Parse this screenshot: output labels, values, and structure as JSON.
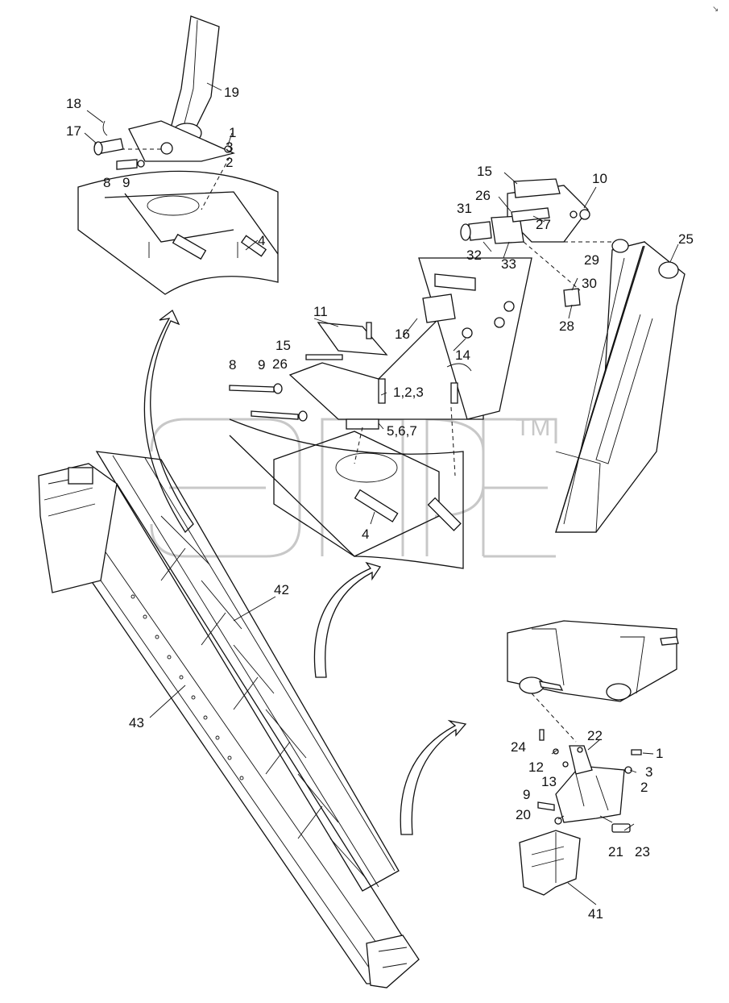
{
  "watermark": {
    "text": "ЭПЕ",
    "tm": "TM"
  },
  "corner_mark": "↘",
  "callouts": [
    {
      "id": "c18",
      "text": "18"
    },
    {
      "id": "c17",
      "text": "17"
    },
    {
      "id": "c19",
      "text": "19"
    },
    {
      "id": "c1a",
      "text": "1"
    },
    {
      "id": "c3a",
      "text": "3"
    },
    {
      "id": "c2a",
      "text": "2"
    },
    {
      "id": "c8a",
      "text": "8"
    },
    {
      "id": "c9a",
      "text": "9"
    },
    {
      "id": "c4a",
      "text": "4"
    },
    {
      "id": "c15a",
      "text": "15"
    },
    {
      "id": "c10",
      "text": "10"
    },
    {
      "id": "c26a",
      "text": "26"
    },
    {
      "id": "c31",
      "text": "31"
    },
    {
      "id": "c27",
      "text": "27"
    },
    {
      "id": "c25",
      "text": "25"
    },
    {
      "id": "c32",
      "text": "32"
    },
    {
      "id": "c33",
      "text": "33"
    },
    {
      "id": "c29",
      "text": "29"
    },
    {
      "id": "c30",
      "text": "30"
    },
    {
      "id": "c28",
      "text": "28"
    },
    {
      "id": "c11",
      "text": "11"
    },
    {
      "id": "c16",
      "text": "16"
    },
    {
      "id": "c15b",
      "text": "15"
    },
    {
      "id": "c14",
      "text": "14"
    },
    {
      "id": "c26b",
      "text": "26"
    },
    {
      "id": "c8b",
      "text": "8"
    },
    {
      "id": "c9b",
      "text": "9"
    },
    {
      "id": "c123",
      "text": "1,2,3"
    },
    {
      "id": "c567",
      "text": "5,6,7"
    },
    {
      "id": "c4b",
      "text": "4"
    },
    {
      "id": "c42",
      "text": "42"
    },
    {
      "id": "c43",
      "text": "43"
    },
    {
      "id": "c22",
      "text": "22"
    },
    {
      "id": "c24",
      "text": "24"
    },
    {
      "id": "c1b",
      "text": "1"
    },
    {
      "id": "c12",
      "text": "12"
    },
    {
      "id": "c3b",
      "text": "3"
    },
    {
      "id": "c13",
      "text": "13"
    },
    {
      "id": "c2b",
      "text": "2"
    },
    {
      "id": "c9c",
      "text": "9"
    },
    {
      "id": "c20",
      "text": "20"
    },
    {
      "id": "c21",
      "text": "21"
    },
    {
      "id": "c23",
      "text": "23"
    },
    {
      "id": "c41",
      "text": "41"
    }
  ]
}
